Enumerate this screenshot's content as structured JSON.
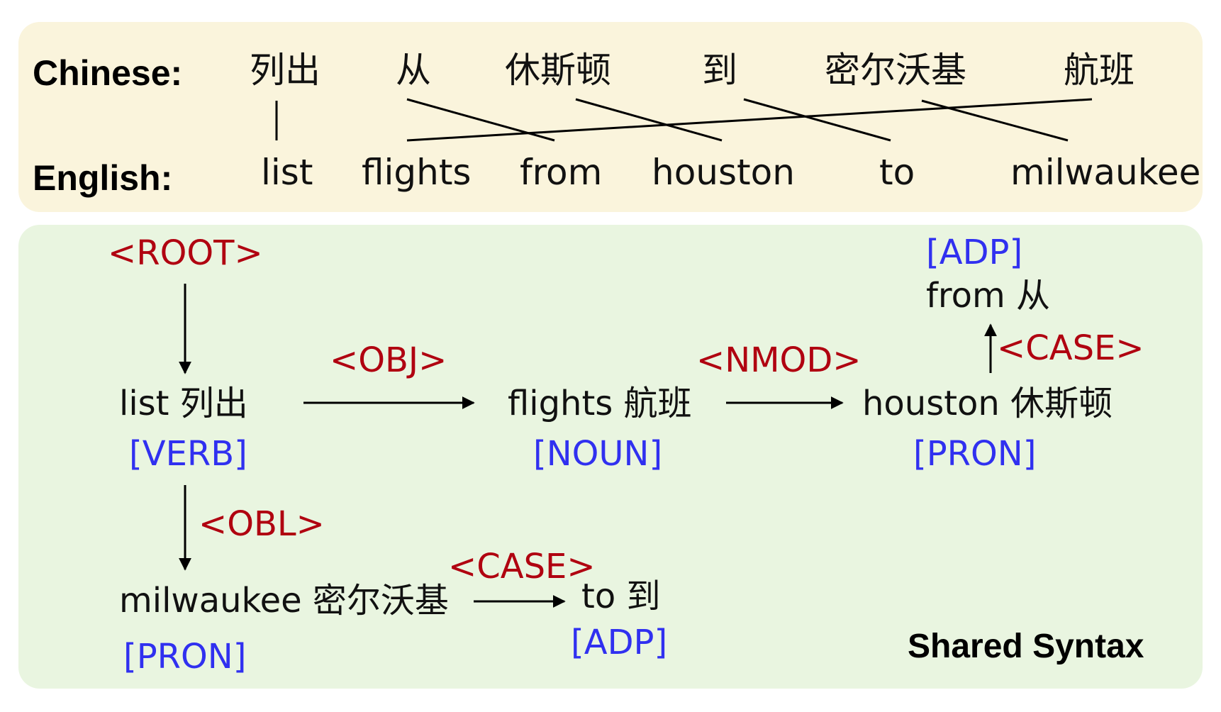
{
  "alignment": {
    "chinese_label": "Chinese:",
    "english_label": "English:",
    "chinese_tokens": [
      "列出",
      "从",
      "休斯顿",
      "到",
      "密尔沃基",
      "航班"
    ],
    "english_tokens": [
      "list",
      "flights",
      "from",
      "houston",
      "to",
      "milwaukee"
    ],
    "links": [
      [
        0,
        0
      ],
      [
        1,
        2
      ],
      [
        2,
        3
      ],
      [
        3,
        4
      ],
      [
        4,
        5
      ],
      [
        5,
        1
      ]
    ]
  },
  "syntax": {
    "title": "Shared Syntax",
    "nodes": {
      "list": {
        "word": "list 列出",
        "pos": "[VERB]"
      },
      "flights": {
        "word": "flights 航班",
        "pos": "[NOUN]"
      },
      "houston": {
        "word": "houston 休斯顿",
        "pos": "[PRON]"
      },
      "from": {
        "word": "from 从",
        "pos": "[ADP]"
      },
      "milwaukee": {
        "word": "milwaukee 密尔沃基",
        "pos": "[PRON]"
      },
      "to": {
        "word": "to 到",
        "pos": "[ADP]"
      }
    },
    "relations": {
      "root": "<ROOT>",
      "obj": "<OBJ>",
      "nmod": "<NMOD>",
      "case_from": "<CASE>",
      "obl": "<OBL>",
      "case_to": "<CASE>"
    }
  },
  "colors": {
    "relation": "#b00010",
    "pos": "#3030f0",
    "alignment_bg": "#faf4dc",
    "syntax_bg": "#e9f5e0"
  }
}
